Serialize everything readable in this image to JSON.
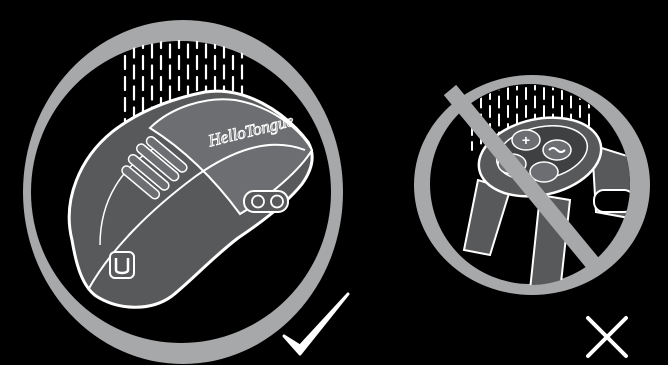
{
  "illustration": {
    "background_color": "#000000",
    "ring_color": "#a7a8aa",
    "device_body_color": "#58595b",
    "outline_color": "#ffffff",
    "water_color": "#ffffff",
    "left_panel": {
      "verdict": "correct",
      "verdict_icon": "checkmark-icon",
      "device_icon": "massager-device-icon",
      "brand_logo_text": "HelloTongue"
    },
    "right_panel": {
      "verdict": "incorrect",
      "verdict_icon": "cross-icon",
      "device_icon": "remote-control-device-icon",
      "prohibition_icon": "no-symbol-icon"
    }
  }
}
